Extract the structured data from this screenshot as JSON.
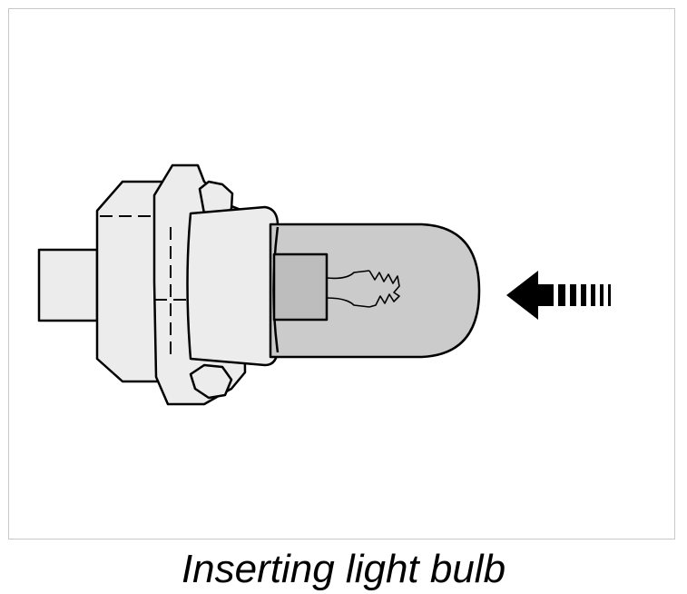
{
  "figure": {
    "caption": "Inserting light bulb",
    "colors": {
      "outline": "#000000",
      "socket_fill": "#ececec",
      "bulb_glass": "#cbcbcb",
      "bulb_base": "#bdbdbd",
      "frame_border": "#c8c8c8"
    },
    "icons": [
      "light-bulb-drawing",
      "bulb-socket-drawing",
      "insert-direction-arrow-icon"
    ]
  }
}
